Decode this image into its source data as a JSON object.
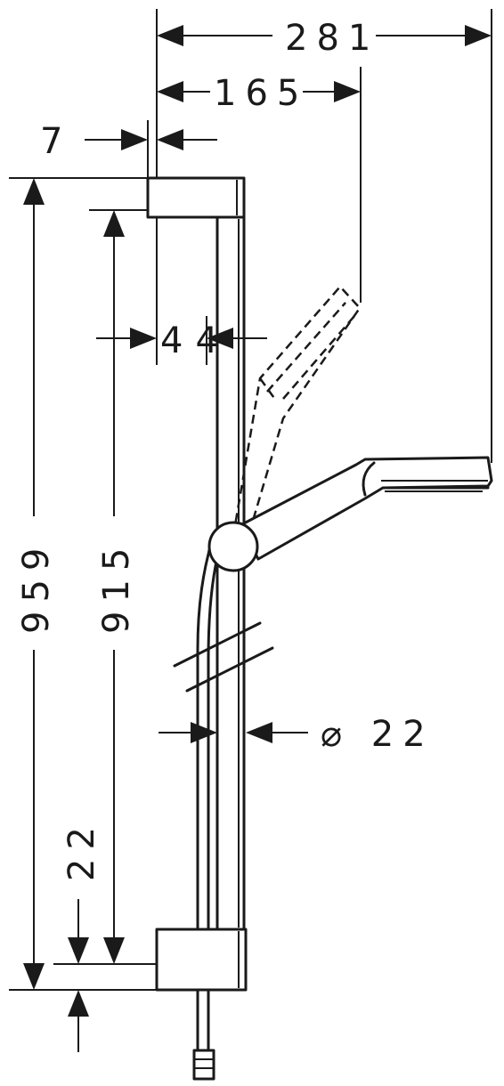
{
  "dimensions": {
    "d281": "281",
    "d165": "165",
    "d7": "7",
    "d44": "44",
    "d959": "959",
    "d915": "915",
    "d22_bottom": "22",
    "d22_diameter": "⌀ 22"
  },
  "colors": {
    "ink": "#1a1a1a",
    "paper": "#ffffff"
  }
}
